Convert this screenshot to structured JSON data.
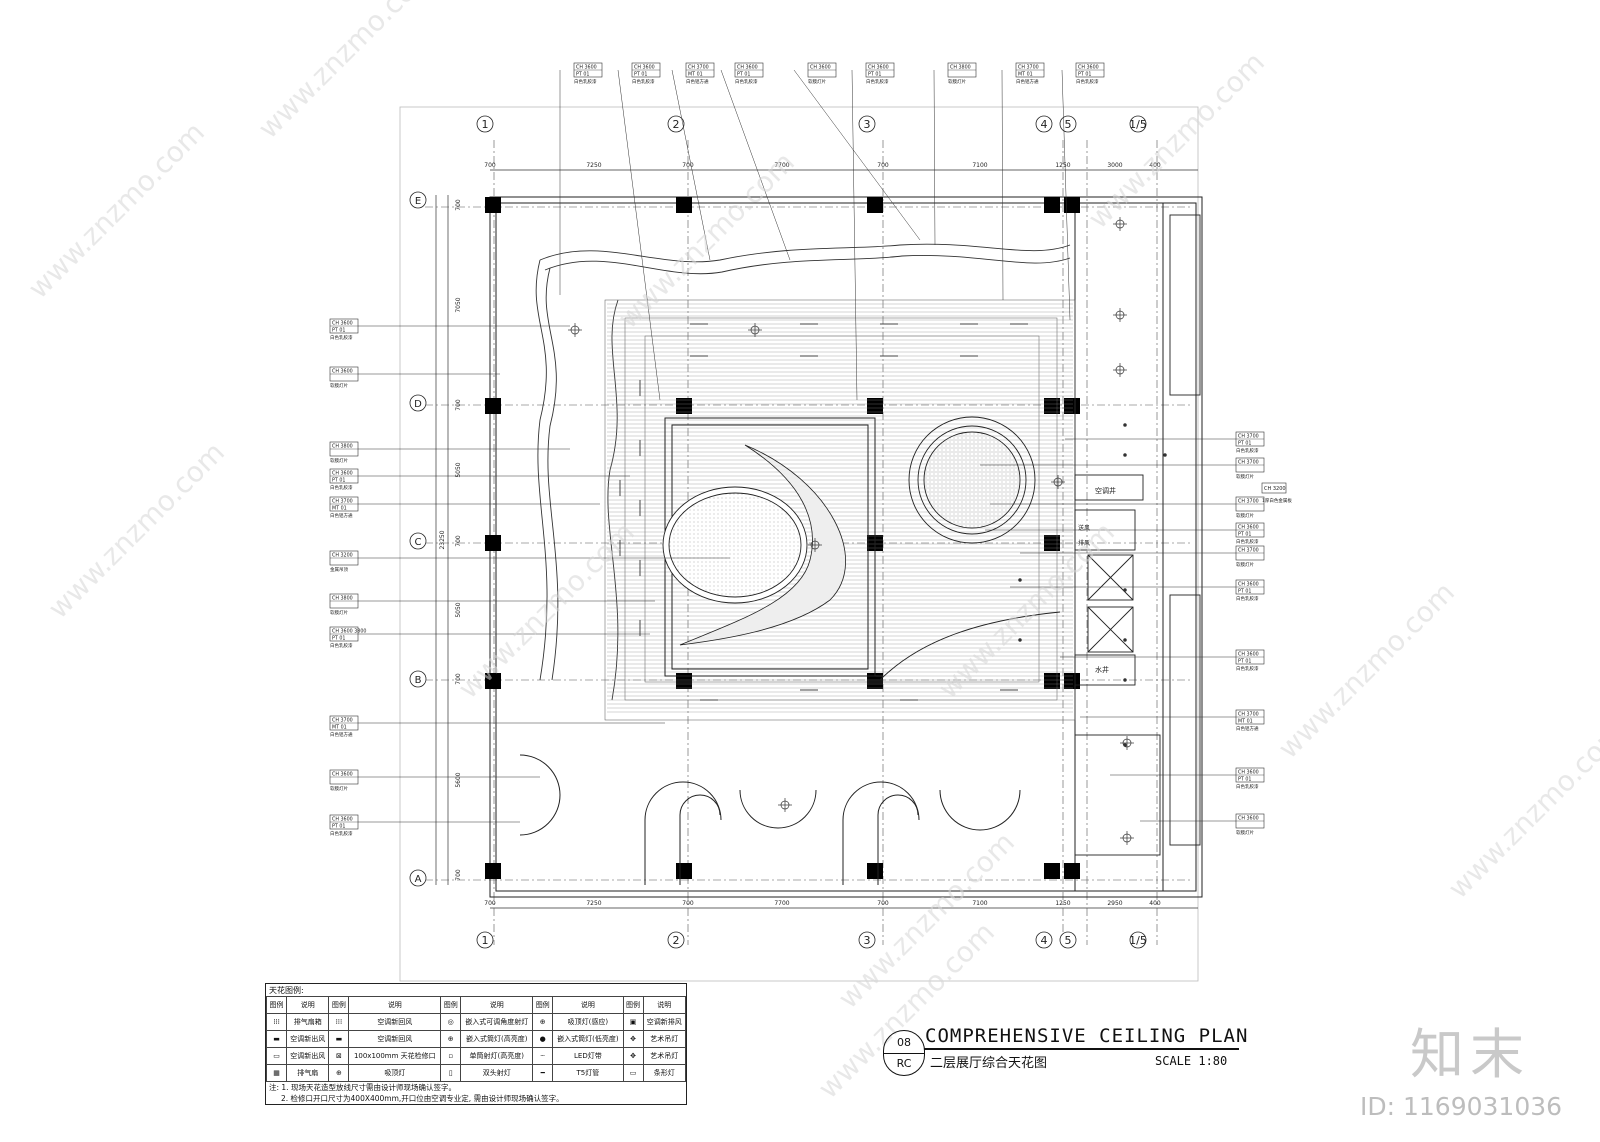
{
  "title": {
    "en": "COMPREHENSIVE CEILING PLAN",
    "cn": "二层展厅综合天花图",
    "scale": "SCALE 1:80",
    "sheet_no": "08",
    "sheet_code": "RC"
  },
  "grid": {
    "columns": [
      "1",
      "2",
      "3",
      "4",
      "5",
      "1/5"
    ],
    "rows": [
      "E",
      "D",
      "C",
      "B",
      "A"
    ]
  },
  "dimensions": {
    "top": [
      "700",
      "7250",
      "700",
      "7700",
      "700",
      "7100",
      "1250",
      "3000",
      "400"
    ],
    "bottom": [
      "700",
      "7250",
      "700",
      "7700",
      "700",
      "7100",
      "1250",
      "2950",
      "400"
    ],
    "left": [
      "700",
      "7050",
      "700",
      "5050",
      "700",
      "5050",
      "700",
      "5600",
      "700"
    ],
    "left_total": "23250"
  },
  "tags_top": [
    {
      "l1": "CH 3600",
      "l2": "PT 01",
      "note": "白色乳胶漆"
    },
    {
      "l1": "CH 3600",
      "l2": "PT 01",
      "note": "白色乳胶漆"
    },
    {
      "l1": "CH 3700",
      "l2": "MT 01",
      "note": "白色铝方通"
    },
    {
      "l1": "CH 3600",
      "l2": "PT 01",
      "note": "白色乳胶漆"
    },
    {
      "l1": "CH 3600",
      "l2": "",
      "note": "软膜灯片"
    },
    {
      "l1": "CH 3600",
      "l2": "PT 01",
      "note": "白色乳胶漆"
    },
    {
      "l1": "CH 3800",
      "l2": "",
      "note": "软膜灯片"
    },
    {
      "l1": "CH 3700",
      "l2": "MT 01",
      "note": "白色铝方通"
    },
    {
      "l1": "CH 3600",
      "l2": "PT 01",
      "note": "白色乳胶漆"
    }
  ],
  "tags_left": [
    {
      "l1": "CH 3600",
      "l2": "PT 01",
      "note": "白色乳胶漆"
    },
    {
      "l1": "CH 3600",
      "l2": "",
      "note": "软膜灯片"
    },
    {
      "l1": "CH 3800",
      "l2": "",
      "note": "软膜灯片"
    },
    {
      "l1": "CH 3600",
      "l2": "PT 01",
      "note": "白色乳胶漆"
    },
    {
      "l1": "CH 3700",
      "l2": "MT 01",
      "note": "白色铝方通"
    },
    {
      "l1": "CH 3200",
      "l2": "",
      "note": "金属吊顶"
    },
    {
      "l1": "CH 3800",
      "l2": "",
      "note": "软膜灯片"
    },
    {
      "l1": "CH 3600  3800",
      "l2": "PT 01",
      "note": "白色乳胶漆"
    },
    {
      "l1": "CH 3700",
      "l2": "MT 01",
      "note": "白色铝方通"
    },
    {
      "l1": "CH 3600",
      "l2": "",
      "note": "软膜灯片"
    },
    {
      "l1": "CH 3600",
      "l2": "PT 01",
      "note": "白色乳胶漆"
    }
  ],
  "tags_right": [
    {
      "l1": "CH 3700",
      "l2": "PT 01",
      "note": "白色乳胶漆"
    },
    {
      "l1": "CH 3700",
      "l2": "",
      "note": "软膜灯片"
    },
    {
      "l1": "CH 3700",
      "l2": "",
      "note": "软膜灯片"
    },
    {
      "l1": "CH 3600",
      "l2": "PT 01",
      "note": "白色乳胶漆"
    },
    {
      "l1": "CH 3700",
      "l2": "",
      "note": "软膜灯片"
    },
    {
      "l1": "CH 3600",
      "l2": "PT 01",
      "note": "白色乳胶漆"
    },
    {
      "l1": "CH 3600",
      "l2": "PT 01",
      "note": "白色乳胶漆"
    },
    {
      "l1": "CH 3700",
      "l2": "MT 01",
      "note": "白色铝方通"
    },
    {
      "l1": "CH 3600",
      "l2": "PT 01",
      "note": "白色乳胶漆"
    },
    {
      "l1": "CH 3600",
      "l2": "",
      "note": "软膜灯片"
    }
  ],
  "tag_far_right": {
    "l1": "CH 3200",
    "note": "1厚白色金属板"
  },
  "rooms": [
    "空调井",
    "送风",
    "排风",
    "水井"
  ],
  "legend": {
    "header": "天花图例:",
    "col_headers": [
      "图例",
      "说明",
      "图例",
      "说明",
      "图例",
      "说明",
      "图例",
      "说明",
      "图例",
      "说明"
    ],
    "rows": [
      [
        "",
        "排气扇箱",
        "",
        "空调新回风",
        "",
        "嵌入式可调角度射灯",
        "",
        "吸顶灯(感应)",
        "",
        "空调新排风"
      ],
      [
        "",
        "空调新出风",
        "",
        "空调新回风",
        "",
        "嵌入式筒灯(高亮度)",
        "",
        "嵌入式筒灯(低亮度)",
        "",
        "艺术吊灯"
      ],
      [
        "",
        "空调新出风",
        "",
        "100x100mm 天花检修口",
        "",
        "单筒射灯(高亮度)",
        "",
        "LED灯带",
        "",
        "艺术吊灯"
      ],
      [
        "",
        "排气扇",
        "",
        "吸顶灯",
        "",
        "双头射灯",
        "",
        "T5灯管",
        "",
        "条形灯"
      ]
    ],
    "notes": [
      "注: 1. 现场天花造型放线尺寸需由设计师现场确认签字。",
      "2. 检修口开口尺寸为400X400mm,开口位由空调专业定, 需由设计师现场确认签字。"
    ]
  },
  "watermark": {
    "site": "www.znzmo.com",
    "logo": "知末",
    "id": "ID: 1169031036"
  }
}
